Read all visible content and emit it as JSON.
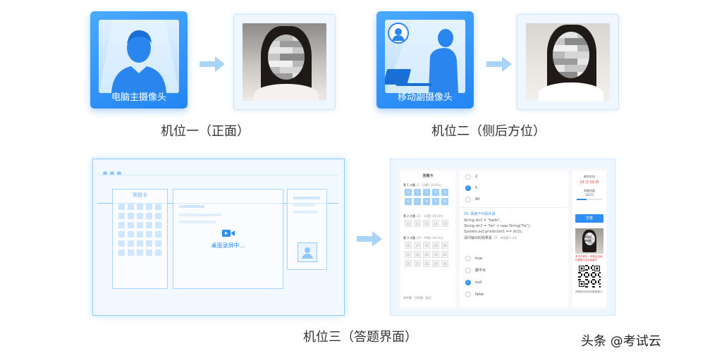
{
  "cameras": {
    "main": {
      "label": "电脑主摄像头",
      "caption": "机位一（正面）"
    },
    "side": {
      "label": "移动副摄像头",
      "caption": "机位二（侧后方位）"
    },
    "screen": {
      "caption": "机位三（答题界面）",
      "recording_text": "桌面录屏中..."
    }
  },
  "sketch": {
    "answer_card_title": "答题卡"
  },
  "exam": {
    "answer_card_title": "答题卡",
    "sections": [
      {
        "title": "第 1 大题",
        "range": "(1 - 10题)",
        "status": "30/30分",
        "numbers": [
          "1",
          "2",
          "3",
          "4",
          "5",
          "6",
          "7",
          "8",
          "9",
          "10"
        ]
      },
      {
        "title": "第 2 大题",
        "range": "(11 - 15题)",
        "status": "30/30分",
        "numbers": [
          "11",
          "12",
          "13",
          "14",
          "15"
        ]
      },
      {
        "title": "第 3 大题",
        "range": "(16 - 30题)",
        "status": "30/30分",
        "numbers": [
          "16",
          "17",
          "18",
          "19",
          "20",
          "21",
          "22",
          "23",
          "24",
          "25",
          "26",
          "27",
          "28",
          "29",
          "30"
        ]
      }
    ],
    "legend": [
      "未作答",
      "已作答",
      "标记"
    ],
    "top_options": [
      {
        "letter": "",
        "text": "2"
      },
      {
        "letter": "C",
        "text": "5"
      },
      {
        "letter": "",
        "text": "60"
      }
    ],
    "question": {
      "title": "10. 阅读下代码片段",
      "lines": [
        "String str1 = \"hello\";",
        "String str2 = \"he\" + new String(\"llo\");",
        "System.out.println(str1 == str2);",
        "请问输出的结果是（）"
      ],
      "tag": "单选题 2.0分"
    },
    "options": [
      {
        "letter": "",
        "text": "true"
      },
      {
        "letter": "",
        "text": "都不对"
      },
      {
        "letter": "C",
        "text": "null"
      },
      {
        "letter": "",
        "text": "false"
      }
    ],
    "timer_label": "剩余时间",
    "timer_value": "29 分 58 秒",
    "progress_label": "答题进度",
    "progress_value": "10/25",
    "submit_label": "交卷",
    "camera_notice": "考试过程中，请保证全身在摄像头监控画面中",
    "qr_caption": "请微信扫码添加副摄像头"
  },
  "watermark": "头条 @考试云"
}
